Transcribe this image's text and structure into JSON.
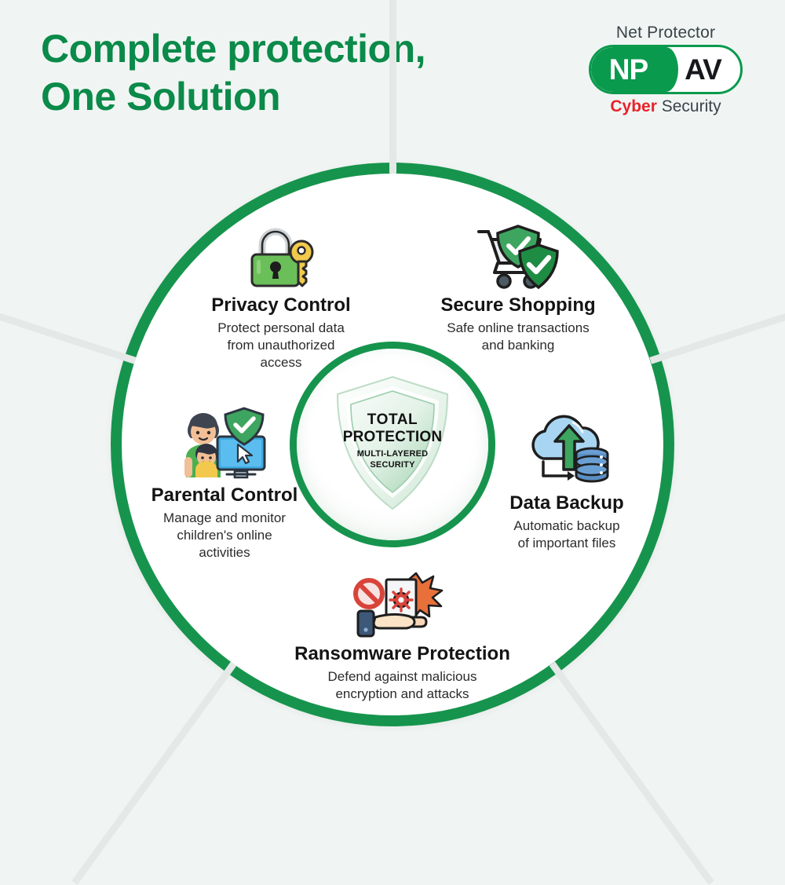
{
  "headline": "Complete protection,\nOne Solution",
  "colors": {
    "brand_green": "#16944d",
    "headline_green": "#0b8a4a",
    "logo_red": "#e8232a",
    "background": "#f0f5f3",
    "divider_gray": "#e4e8e7"
  },
  "logo": {
    "top_text": "Net Protector",
    "np": "NP",
    "av": "AV",
    "cyber": "Cyber",
    "security": "Security"
  },
  "center": {
    "line1": "TOTAL",
    "line2": "PROTECTION",
    "line3": "MULTI-LAYERED",
    "line4": "SECURITY",
    "icon": "shield-icon"
  },
  "segments": [
    {
      "id": "privacy",
      "title": "Privacy Control",
      "desc": "Protect personal data\nfrom unauthorized\naccess",
      "icon": "padlock-key-icon"
    },
    {
      "id": "shopping",
      "title": "Secure Shopping",
      "desc": "Safe online transactions\nand banking",
      "icon": "shopping-cart-shield-icon"
    },
    {
      "id": "backup",
      "title": "Data Backup",
      "desc": "Automatic backup\nof important files",
      "icon": "cloud-database-icon"
    },
    {
      "id": "ransomware",
      "title": "Ransomware Protection",
      "desc": "Defend against malicious\nencryption and attacks",
      "icon": "hand-blocked-malware-icon"
    },
    {
      "id": "parental",
      "title": "Parental Control",
      "desc": "Manage and monitor\nchildren's online\nactivities",
      "icon": "family-monitor-shield-icon"
    }
  ]
}
